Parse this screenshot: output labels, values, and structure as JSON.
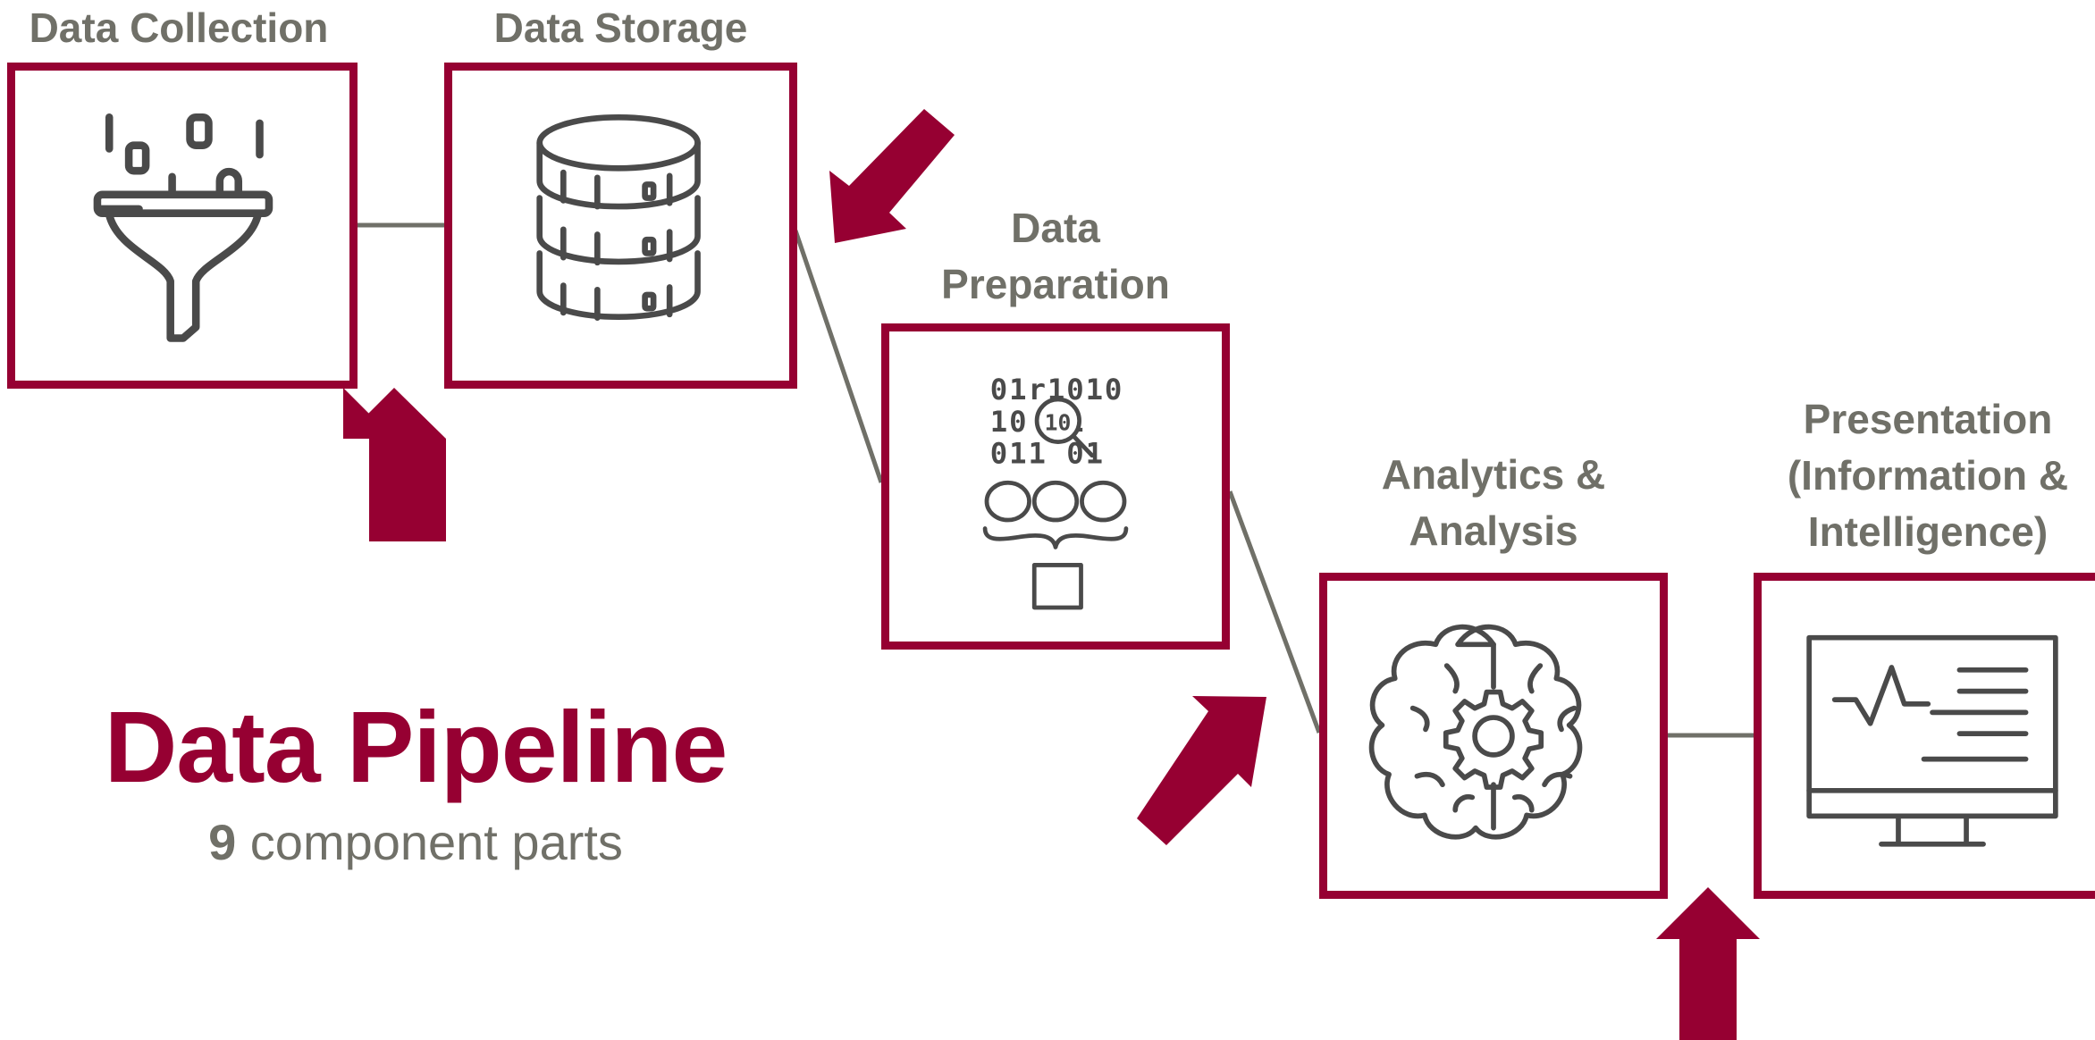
{
  "diagram": {
    "title": "Data Pipeline",
    "subtitle": {
      "count": "9",
      "text": " component parts"
    },
    "stages": [
      {
        "id": "data-collection",
        "label": "Data Collection",
        "icon": "funnel-icon"
      },
      {
        "id": "data-storage",
        "label": "Data Storage",
        "icon": "database-icon"
      },
      {
        "id": "data-preparation",
        "label": "Data\nPreparation",
        "icon": "binary-search-icon"
      },
      {
        "id": "analytics-analysis",
        "label": "Analytics &\nAnalysis",
        "icon": "brain-gear-icon"
      },
      {
        "id": "presentation",
        "label": "Presentation\n(Information &\nIntelligence)",
        "icon": "monitor-chart-icon"
      }
    ],
    "colors": {
      "accent": "#960032",
      "text": "#707068",
      "icon_stroke": "#4a4a4a",
      "connector": "#707068"
    }
  }
}
